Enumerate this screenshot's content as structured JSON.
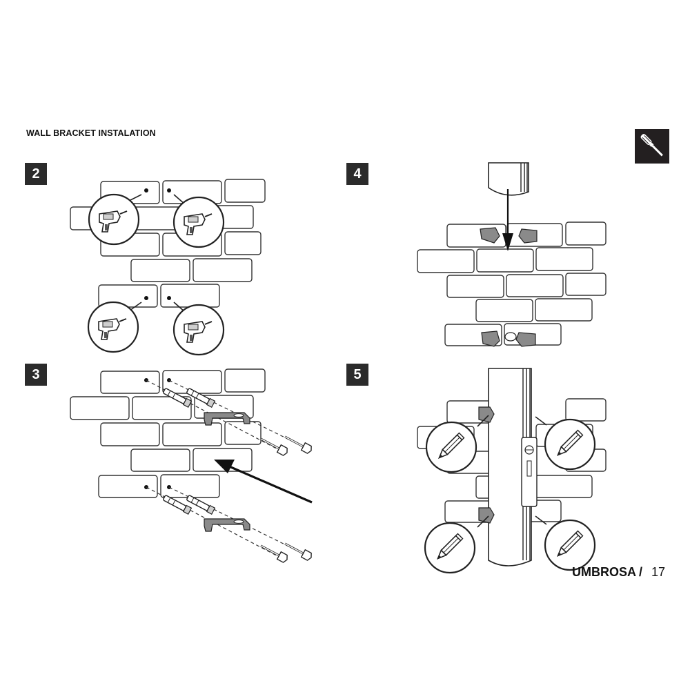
{
  "page": {
    "title": "WALL BRACKET INSTALATION",
    "icon": "screwdriver-icon"
  },
  "steps": [
    {
      "number": "2",
      "icon": "drill-icon"
    },
    {
      "number": "3",
      "icon": "anchor-bolt-icon"
    },
    {
      "number": "4",
      "icon": "arrow-down-icon"
    },
    {
      "number": "5",
      "icon": "pencil-icon"
    }
  ],
  "footer": {
    "brand": "UMBROSA",
    "separator": "/",
    "page_number": "17"
  }
}
